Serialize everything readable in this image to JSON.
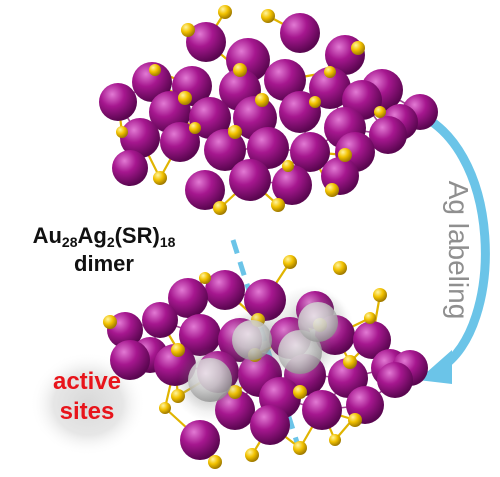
{
  "labels": {
    "formula": {
      "p1": "Au",
      "s1": "28",
      "p2": "Ag",
      "s2": "2",
      "p3": "(SR)",
      "s3": "18"
    },
    "dimer": "dimer",
    "active_line1": "active",
    "active_line2": "sites",
    "arrow_label": "Ag labeling"
  },
  "colors": {
    "gold_atom": "#a6178f",
    "sulfur_atom": "#f2c200",
    "bond": "#e0b400",
    "silver_atom": "#c8c8c8",
    "arrow": "#6bc4e8",
    "highlight": "#e8141b",
    "arrow_text": "#8f8f8f"
  }
}
